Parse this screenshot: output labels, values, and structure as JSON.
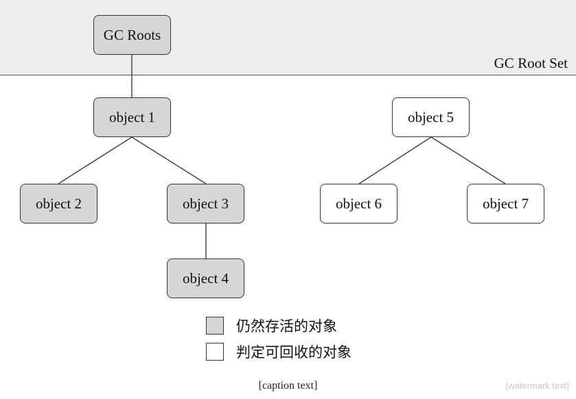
{
  "root_set_label": "GC Root Set",
  "nodes": {
    "gc_roots": "GC Roots",
    "object1": "object 1",
    "object2": "object 2",
    "object3": "object 3",
    "object4": "object 4",
    "object5": "object 5",
    "object6": "object 6",
    "object7": "object 7"
  },
  "legend": {
    "alive": "仍然存活的对象",
    "collectable": "判定可回收的对象"
  },
  "caption": "[caption text]",
  "watermark": "[watermark text]",
  "colors": {
    "root_band": "#ededed",
    "alive_fill": "#d6d6d6",
    "collectable_fill": "#ffffff",
    "border": "#333333"
  }
}
